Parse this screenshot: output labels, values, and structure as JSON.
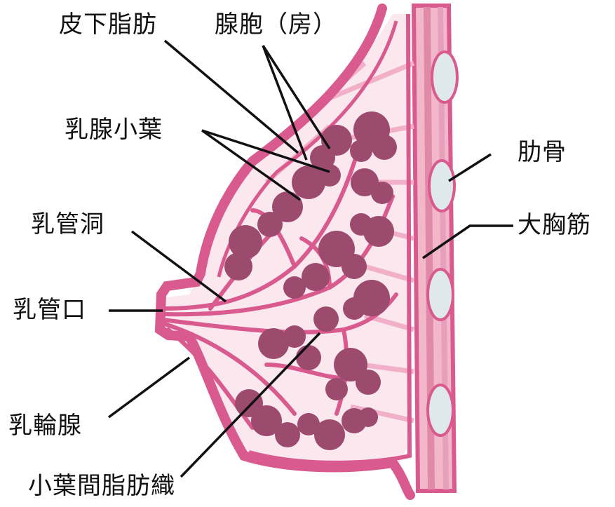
{
  "labels": {
    "subcutaneous_fat": "皮下脂肪",
    "alveolus": "腺胞（房）",
    "lobule": "乳腺小葉",
    "ampulla": "乳管洞",
    "duct_opening": "乳管口",
    "areolar_gland": "乳輪腺",
    "interlobular_fat": "小葉間脂肪織",
    "rib": "肋骨",
    "pectoralis_major": "大胸筋"
  },
  "colors": {
    "tissue_pink": "#d95a8e",
    "light_pink": "#f1b3cc",
    "lobule": "#9c4a6e",
    "rib_fill": "#dfe8ea",
    "line": "#111111"
  }
}
